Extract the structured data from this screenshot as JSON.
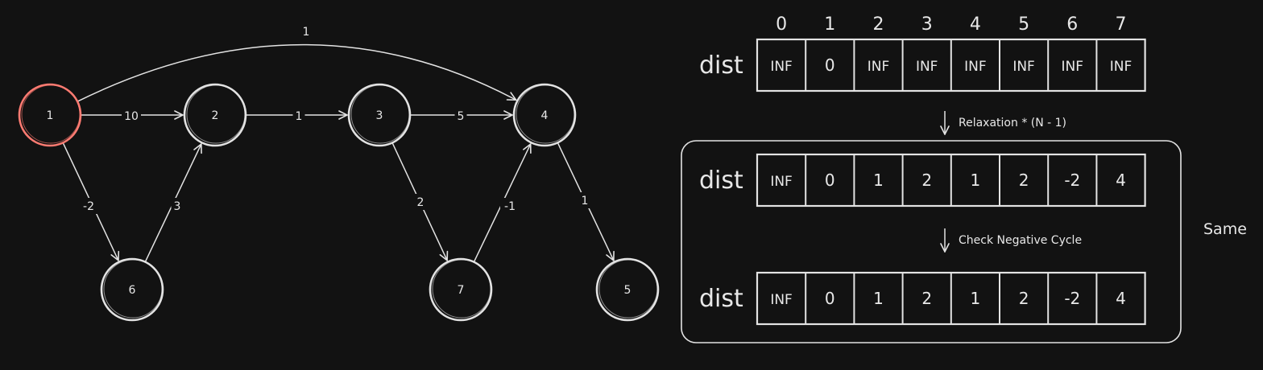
{
  "colors": {
    "background": "#121212",
    "stroke": "#e3e3e3",
    "highlight": "#ff7b72"
  },
  "graph": {
    "nodes": [
      {
        "id": "1",
        "highlight": true
      },
      {
        "id": "2"
      },
      {
        "id": "3"
      },
      {
        "id": "4"
      },
      {
        "id": "6"
      },
      {
        "id": "7"
      },
      {
        "id": "5"
      }
    ],
    "edges": [
      {
        "from": "1",
        "to": "4",
        "label": "1"
      },
      {
        "from": "1",
        "to": "2",
        "label": "10"
      },
      {
        "from": "2",
        "to": "3",
        "label": "1"
      },
      {
        "from": "3",
        "to": "4",
        "label": "5"
      },
      {
        "from": "1",
        "to": "6",
        "label": "-2"
      },
      {
        "from": "6",
        "to": "2",
        "label": "3"
      },
      {
        "from": "3",
        "to": "7",
        "label": "2"
      },
      {
        "from": "7",
        "to": "4",
        "label": "-1"
      },
      {
        "from": "4",
        "to": "5",
        "label": "1"
      }
    ]
  },
  "array": {
    "indices": [
      "0",
      "1",
      "2",
      "3",
      "4",
      "5",
      "6",
      "7"
    ],
    "highlight_index": 1,
    "row_label": "dist",
    "rows": [
      [
        "INF",
        "0",
        "INF",
        "INF",
        "INF",
        "INF",
        "INF",
        "INF"
      ],
      [
        "INF",
        "0",
        "1",
        "2",
        "1",
        "2",
        "-2",
        "4"
      ],
      [
        "INF",
        "0",
        "1",
        "2",
        "1",
        "2",
        "-2",
        "4"
      ]
    ],
    "steps": [
      "Relaxation * (N - 1)",
      "Check Negative Cycle"
    ],
    "same_label": "Same"
  }
}
